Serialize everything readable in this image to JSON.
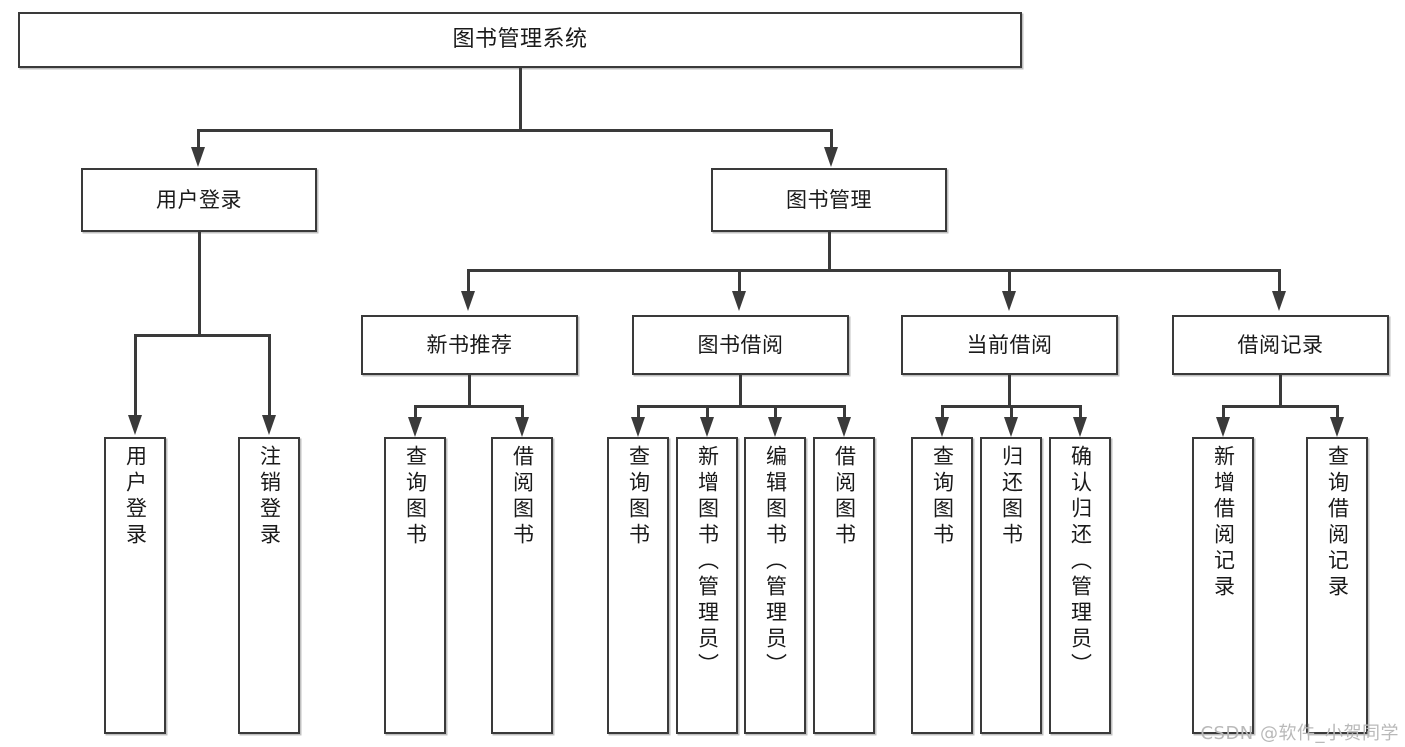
{
  "diagram": {
    "type": "tree",
    "title": "图书管理系统",
    "watermark": "CSDN @软件_小贺同学",
    "colors": {
      "box_border": "#3a3a3a",
      "box_fill": "#ffffff",
      "line": "#3a3a3a",
      "text": "#1a1a1a",
      "watermark": "#b9b9b9",
      "background": "#ffffff"
    },
    "root": {
      "label": "图书管理系统"
    },
    "level2": [
      {
        "id": "user-login",
        "label": "用户登录"
      },
      {
        "id": "book-manage",
        "label": "图书管理"
      }
    ],
    "level3": [
      {
        "id": "new-book-recommend",
        "label": "新书推荐",
        "parent": "book-manage"
      },
      {
        "id": "book-borrow",
        "label": "图书借阅",
        "parent": "book-manage"
      },
      {
        "id": "current-borrow",
        "label": "当前借阅",
        "parent": "book-manage"
      },
      {
        "id": "borrow-record",
        "label": "借阅记录",
        "parent": "book-manage"
      }
    ],
    "leaves": {
      "user-login": [
        {
          "id": "leaf-user-login",
          "label": "用户登录"
        },
        {
          "id": "leaf-user-logout",
          "label": "注销登录"
        }
      ],
      "new-book-recommend": [
        {
          "id": "leaf-query-book-1",
          "label": "查询图书"
        },
        {
          "id": "leaf-borrow-book-1",
          "label": "借阅图书"
        }
      ],
      "book-borrow": [
        {
          "id": "leaf-query-book-2",
          "label": "查询图书"
        },
        {
          "id": "leaf-add-book",
          "label": "新增图书（管理员）"
        },
        {
          "id": "leaf-edit-book",
          "label": "编辑图书（管理员）"
        },
        {
          "id": "leaf-borrow-book-2",
          "label": "借阅图书"
        }
      ],
      "current-borrow": [
        {
          "id": "leaf-query-book-3",
          "label": "查询图书"
        },
        {
          "id": "leaf-return-book",
          "label": "归还图书"
        },
        {
          "id": "leaf-confirm-return",
          "label": "确认归还（管理员）"
        }
      ],
      "borrow-record": [
        {
          "id": "leaf-add-record",
          "label": "新增借阅记录"
        },
        {
          "id": "leaf-query-record",
          "label": "查询借阅记录"
        }
      ]
    }
  }
}
